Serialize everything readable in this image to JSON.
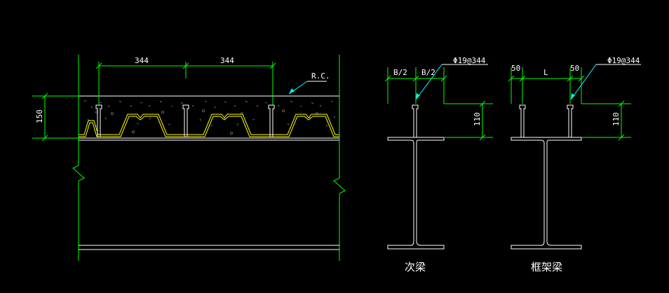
{
  "slab_section": {
    "dim_rib_spacing_1": "344",
    "dim_rib_spacing_2": "344",
    "dim_slab_height": "150",
    "label_concrete": "R.C."
  },
  "secondary_beam": {
    "dim_half_width_left": "B/2",
    "dim_half_width_right": "B/2",
    "stud_spec": "Φ19@344",
    "dim_stud_height": "110",
    "caption": "次梁"
  },
  "frame_beam": {
    "dim_edge_left": "50",
    "dim_spacing": "L",
    "dim_edge_right": "50",
    "stud_spec": "Φ19@344",
    "dim_stud_height": "110",
    "caption": "框架梁"
  },
  "colors": {
    "background": "#000000",
    "dimension": "#00ff00",
    "geometry": "#ffffff",
    "deck": "#ffff00",
    "leader": "#00ffff"
  }
}
